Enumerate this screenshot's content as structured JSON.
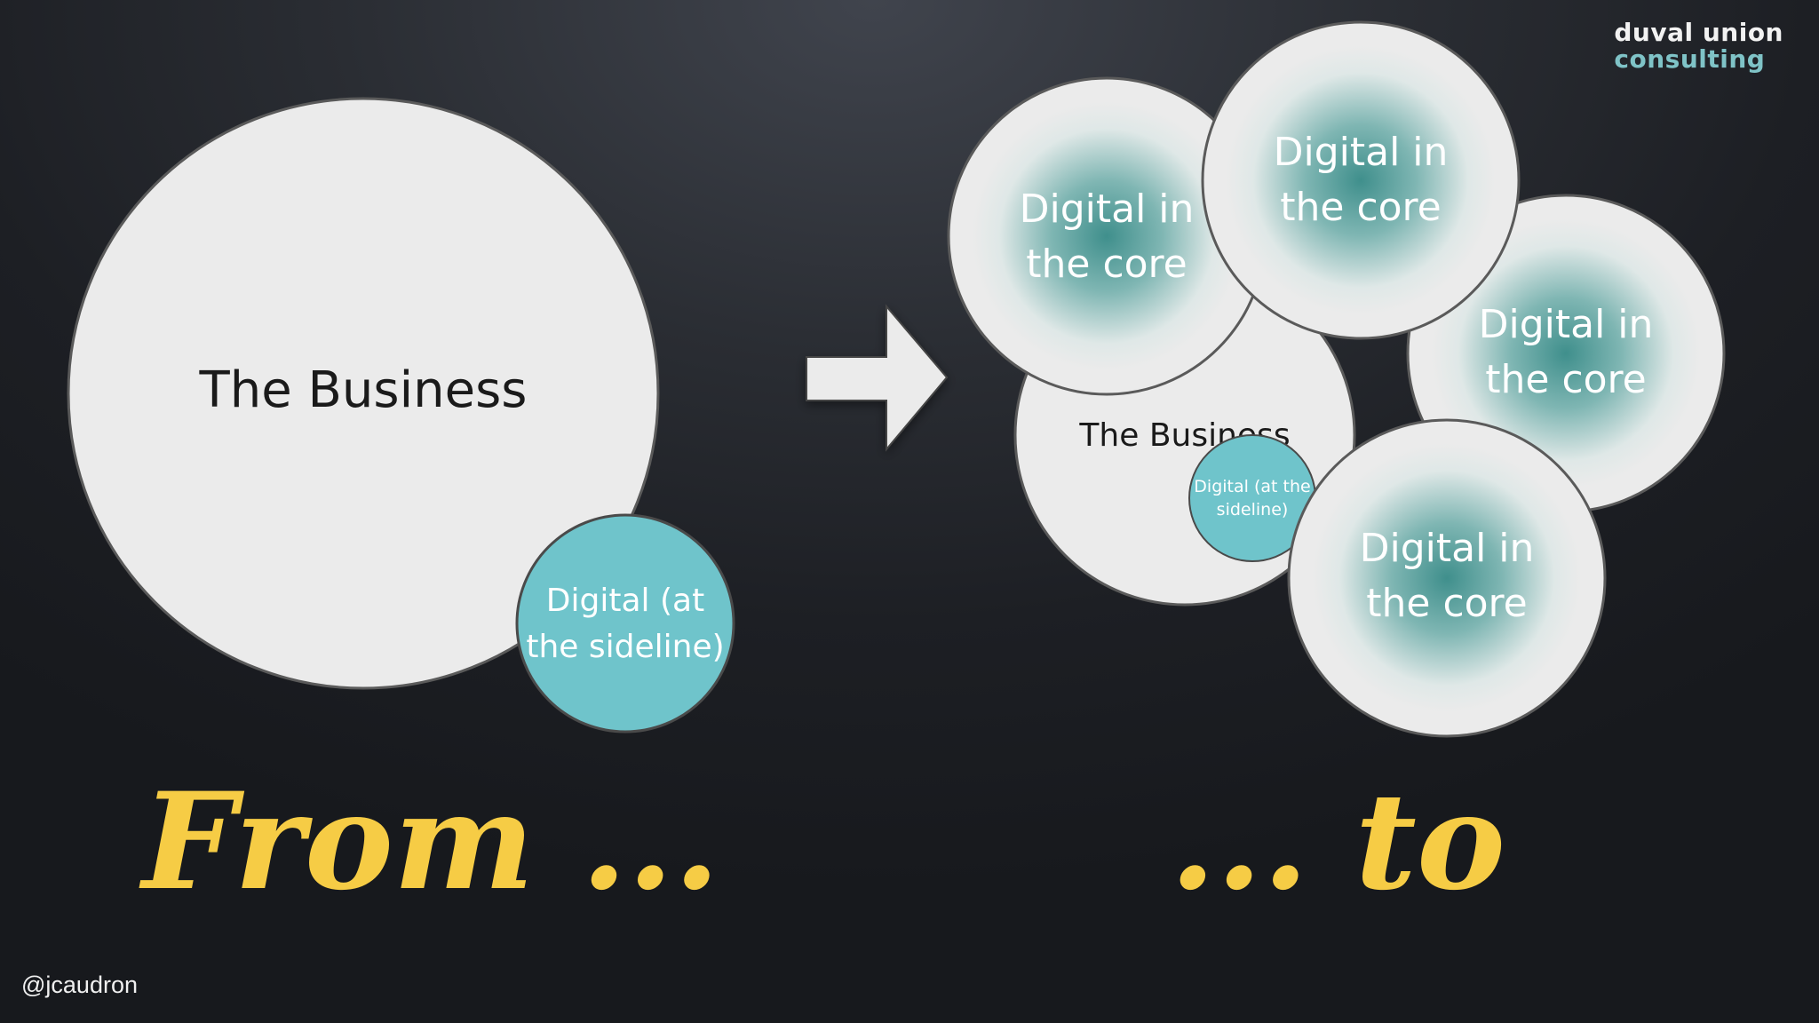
{
  "diagram": {
    "logo": {
      "line1": "duval union",
      "line2": "consulting"
    },
    "left": {
      "business_label": "The Business",
      "digital_label_line1": "Digital (at",
      "digital_label_line2": "the sideline)"
    },
    "right": {
      "business_label": "The Business",
      "digital_small_line1": "Digital (at the",
      "digital_small_line2": "sideline)",
      "core_line1": "Digital in",
      "core_line2": "the core"
    },
    "caption_from": "From ...",
    "caption_to": "... to",
    "handle": "@jcaudron"
  },
  "colors": {
    "circle_fill": "#ebebeb",
    "circle_stroke": "#5a5a5a",
    "digital_fill": "#6fc4cb",
    "core_center": "#3f8f8c",
    "caption": "#f6cc45"
  }
}
